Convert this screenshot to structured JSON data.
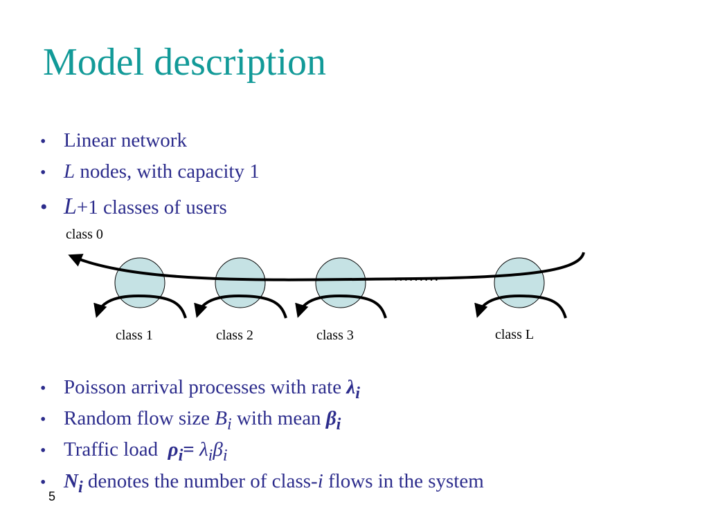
{
  "slide": {
    "title": "Model description",
    "number": "5"
  },
  "bullets_top": [
    {
      "text": "Linear network"
    },
    {
      "L": "L",
      "text": " nodes, with capacity 1"
    },
    {
      "L": "L",
      "text": "+1 classes of users"
    }
  ],
  "diagram": {
    "class0_label": "class 0",
    "ellipsis": "………",
    "node_labels": [
      "class 1",
      "class 2",
      "class 3",
      "class L"
    ],
    "node_fill": "#c5e2e4",
    "stroke": "#000000"
  },
  "bullets_bottom": {
    "b1": {
      "text": "Poisson arrival processes with rate ",
      "sym": "λ",
      "sub": "i"
    },
    "b2": {
      "t1": "Random flow size ",
      "B": "B",
      "sub1": "i",
      "t2": " with mean ",
      "beta": "β",
      "sub2": "i"
    },
    "b3": {
      "t1": "Traffic load  ",
      "rho": "ρ",
      "sub1": "i",
      "eq": "= ",
      "lam": "λ",
      "sub2": "i",
      "beta": "β",
      "sub3": "i"
    },
    "b4": {
      "N": "N",
      "sub": "i",
      "t1": " denotes the number of class-",
      "i": "i",
      "t2": " flows in the system"
    }
  },
  "colors": {
    "title": "#129a98",
    "text": "#2c2c8c"
  }
}
